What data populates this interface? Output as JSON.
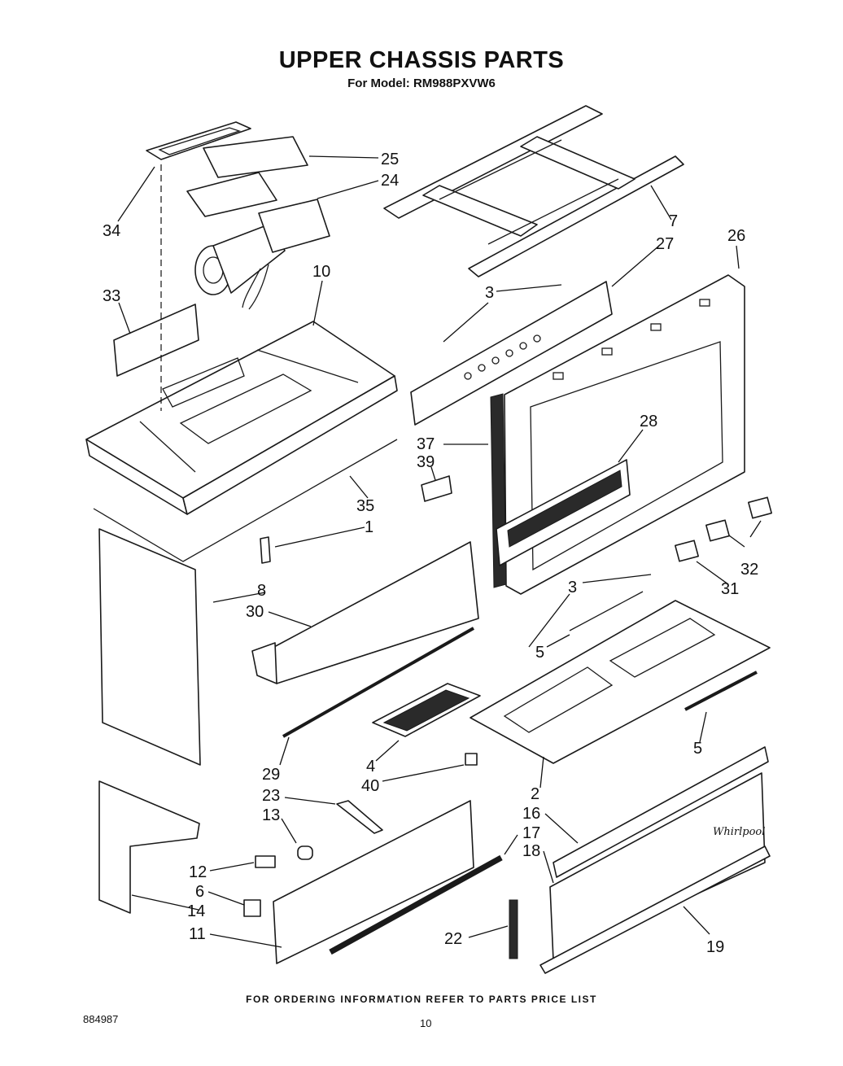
{
  "title": "UPPER CHASSIS PARTS",
  "subtitle": "For Model: RM988PXVW6",
  "footer_note": "FOR ORDERING INFORMATION REFER TO PARTS PRICE LIST",
  "document_number": "884987",
  "page_number": "10",
  "brand_mark": "Whirlpool",
  "callouts": {
    "c25": "25",
    "c24": "24",
    "c34": "34",
    "c7": "7",
    "c27": "27",
    "c26": "26",
    "c10": "10",
    "c33": "33",
    "c3a": "3",
    "c28": "28",
    "c37": "37",
    "c39": "39",
    "c35": "35",
    "c1": "1",
    "c32": "32",
    "c31": "31",
    "c8": "8",
    "c30": "30",
    "c3b": "3",
    "c5a": "5",
    "c5b": "5",
    "c29": "29",
    "c4": "4",
    "c40": "40",
    "c2": "2",
    "c23": "23",
    "c13": "13",
    "c16": "16",
    "c17": "17",
    "c18": "18",
    "c12": "12",
    "c6": "6",
    "c14": "14",
    "c11": "11",
    "c22": "22",
    "c19": "19"
  }
}
